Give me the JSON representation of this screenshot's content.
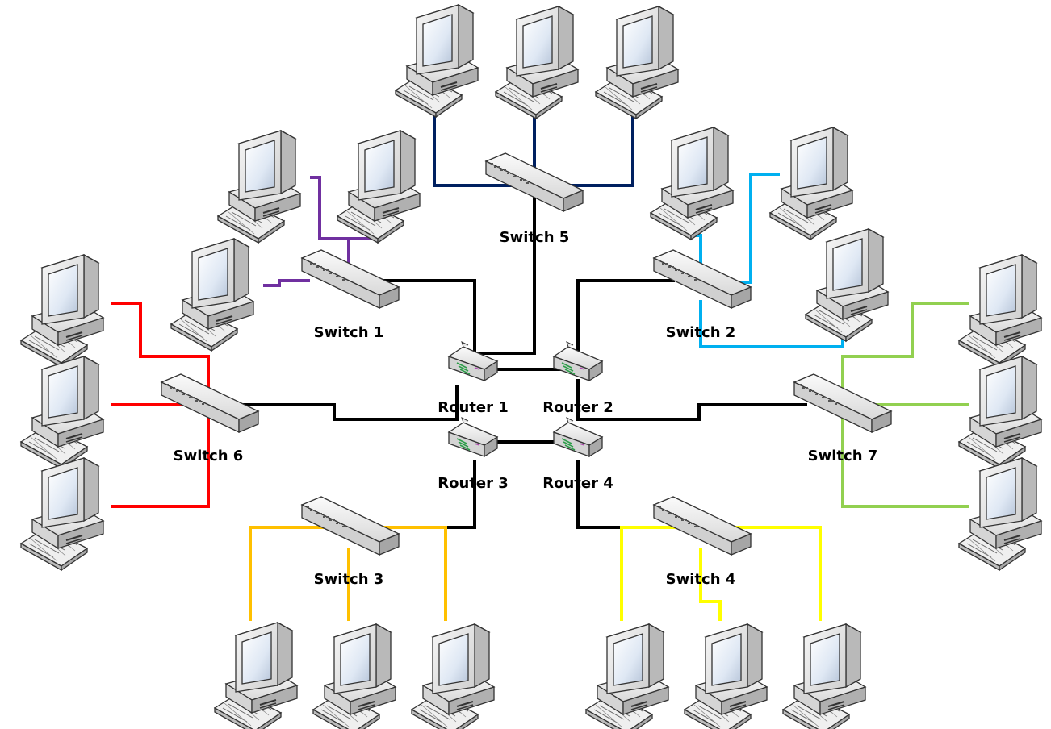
{
  "colors": {
    "backbone": "#000000",
    "switch1_links": "#7030a0",
    "switch2_links": "#00b0f0",
    "switch3_links": "#ffc000",
    "switch4_links": "#ffff00",
    "switch5_links": "#002060",
    "switch6_links": "#ff0000",
    "switch7_links": "#92d050"
  },
  "routers": [
    {
      "id": "r1",
      "label": "Router 1"
    },
    {
      "id": "r2",
      "label": "Router 2"
    },
    {
      "id": "r3",
      "label": "Router 3"
    },
    {
      "id": "r4",
      "label": "Router 4"
    }
  ],
  "switches": [
    {
      "id": "s1",
      "label": "Switch 1"
    },
    {
      "id": "s2",
      "label": "Switch 2"
    },
    {
      "id": "s3",
      "label": "Switch 3"
    },
    {
      "id": "s4",
      "label": "Switch 4"
    },
    {
      "id": "s5",
      "label": "Switch 5"
    },
    {
      "id": "s6",
      "label": "Switch 6"
    },
    {
      "id": "s7",
      "label": "Switch 7"
    }
  ],
  "icons": {
    "computer": "desktop-computer-icon",
    "switch": "network-switch-icon",
    "router": "router-icon"
  }
}
